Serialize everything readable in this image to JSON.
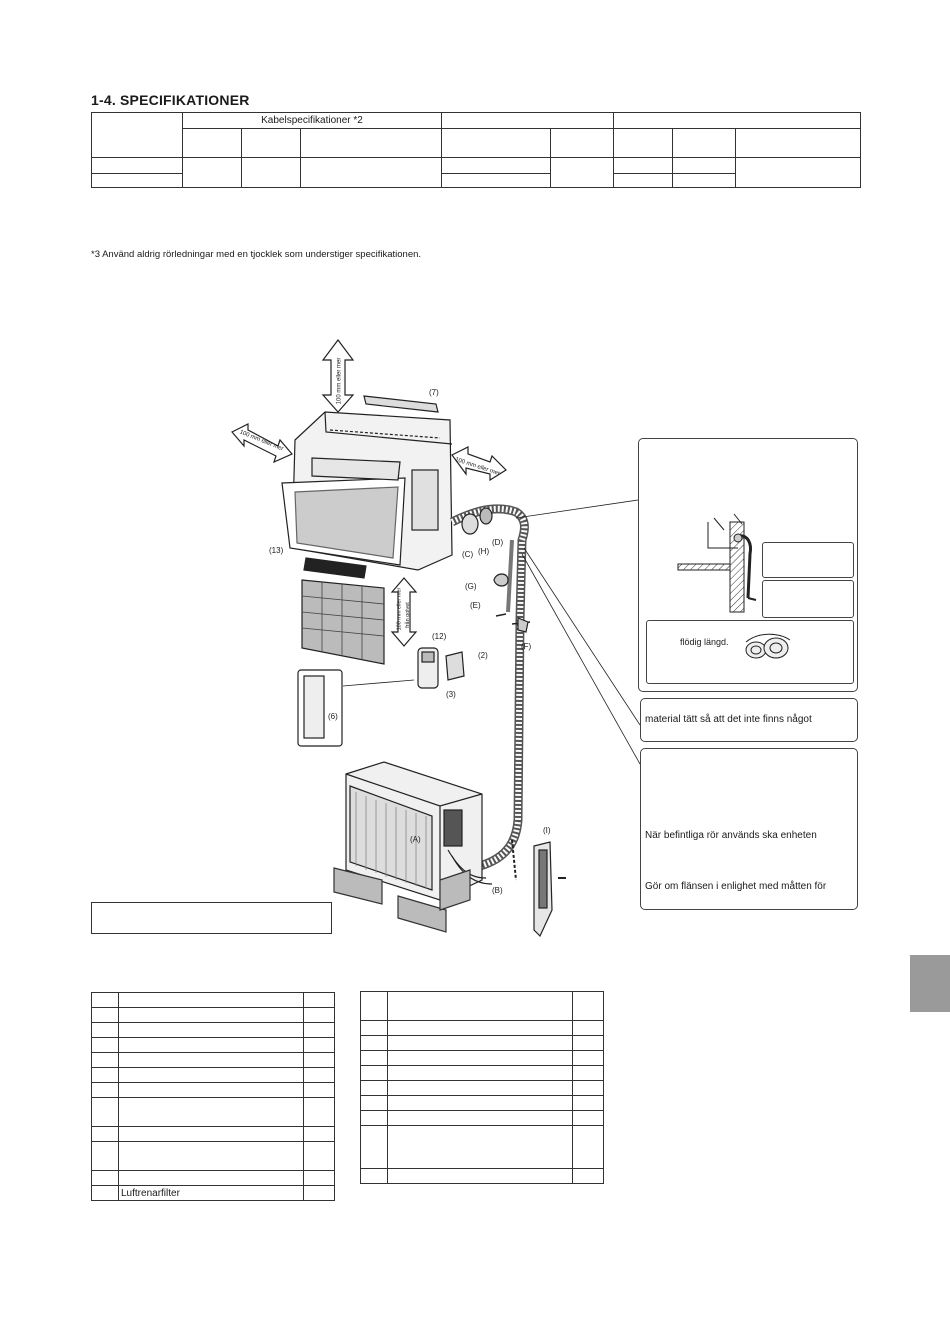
{
  "section_title": "1-4. SPECIFIKATIONER",
  "spec_table": {
    "header_cable": "Kabelspecifikationer *2"
  },
  "footnote": "*3 Använd aldrig rörledningar med en tjocklek som understiger specifikationen.",
  "clearances": {
    "top": "100 mm eller mer",
    "left": "100 mm eller mer",
    "right": "100 mm eller mer",
    "bottom_line1": "100 mm eller mer",
    "bottom_line2": "från golvet"
  },
  "part_labels": [
    "(7)",
    "(13)",
    "(12)",
    "(2)",
    "(3)",
    "(6)",
    "(C)",
    "(H)",
    "(D)",
    "(G)",
    "(E)",
    "(F)",
    "(A)",
    "(B)",
    "(I)"
  ],
  "callouts": {
    "box1_text": "flödig längd.",
    "box2_text": "material tätt så att det inte finns något",
    "box3_line1": "När befintliga rör används ska enheten",
    "box3_line2": "Gör om flänsen i enlighet med måtten för"
  },
  "left_parts_table": {
    "last_row_label": "Luftrenarfilter"
  }
}
